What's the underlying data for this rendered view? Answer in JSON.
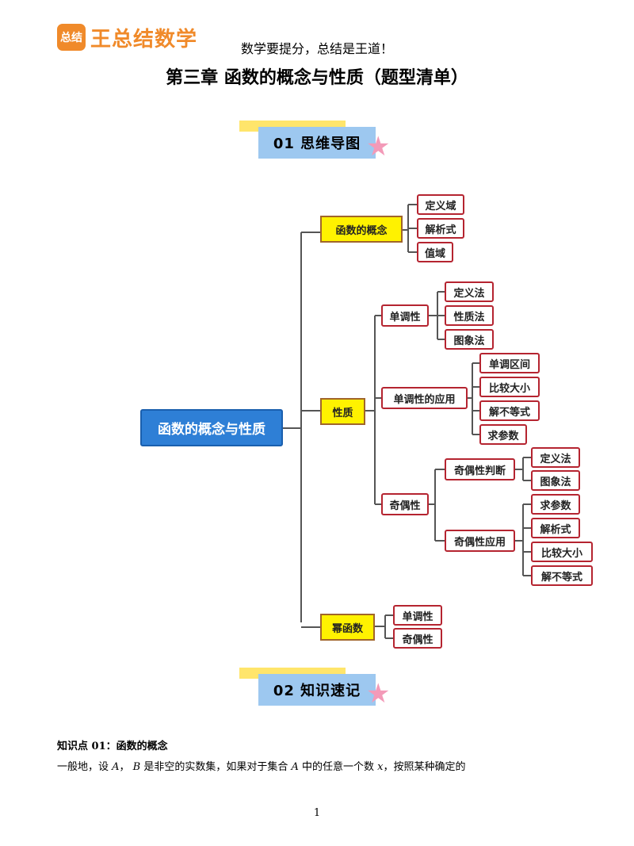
{
  "header": {
    "logo_badge": "总结",
    "logo_text": "王总结数学",
    "slogan": "数学要提分，总结是王道！",
    "chapter_title": "第三章  函数的概念与性质（题型清单）"
  },
  "sections": {
    "s1": "01   思维导图",
    "s2": "02   知识速记"
  },
  "mindmap": {
    "root": "函数的概念与性质",
    "concept": {
      "label": "函数的概念",
      "children": [
        "定义域",
        "解析式",
        "值域"
      ]
    },
    "property": {
      "label": "性质",
      "monotonicity": {
        "label": "单调性",
        "children": [
          "定义法",
          "性质法",
          "图象法"
        ]
      },
      "mono_app": {
        "label": "单调性的应用",
        "children": [
          "单调区间",
          "比较大小",
          "解不等式",
          "求参数"
        ]
      },
      "parity": {
        "label": "奇偶性",
        "judge": {
          "label": "奇偶性判断",
          "children": [
            "定义法",
            "图象法"
          ]
        },
        "app": {
          "label": "奇偶性应用",
          "children": [
            "求参数",
            "解析式",
            "比较大小",
            "解不等式"
          ]
        }
      }
    },
    "power": {
      "label": "幂函数",
      "children": [
        "单调性",
        "奇偶性"
      ]
    }
  },
  "knowledge": {
    "point_title": "知识点 01：函数的概念",
    "t1": "一般地，设 ",
    "var_a": "A",
    "t2": "， ",
    "var_b": "B",
    "t3": " 是非空的实数集，如果对于集合 ",
    "var_a2": "A",
    "t4": " 中的任意一个数 ",
    "var_x": "x",
    "t5": "，按照某种确定的"
  },
  "page_number": "1",
  "colors": {
    "logo": "#f08a2a",
    "banner_blue": "#9dc8f0",
    "banner_yellow": "#ffe56b",
    "root_blue": "#2e7fd6",
    "node_yellow": "#fff200",
    "node_border_red": "#b52430",
    "connector": "#555555"
  }
}
